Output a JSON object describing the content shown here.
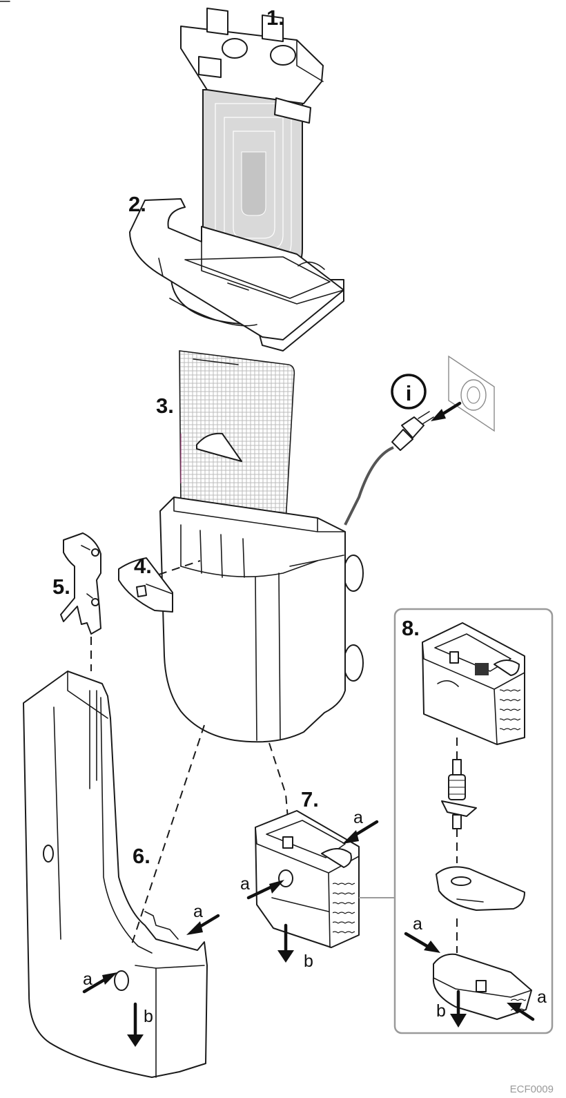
{
  "labels": {
    "step1": "1.",
    "step2": "2.",
    "step3": "3.",
    "step4": "4.",
    "step5": "5.",
    "step6": "6.",
    "step7": "7.",
    "step8": "8.",
    "a": "a",
    "b": "b",
    "info": "i"
  },
  "code": "ECF0009",
  "colors": {
    "line": "#1a1a1a",
    "sponge_fill": "#d9d9d9",
    "mesh": "#bbbbbb",
    "inset_border": "#9a9a9a",
    "code_text": "#9a9a9a"
  }
}
